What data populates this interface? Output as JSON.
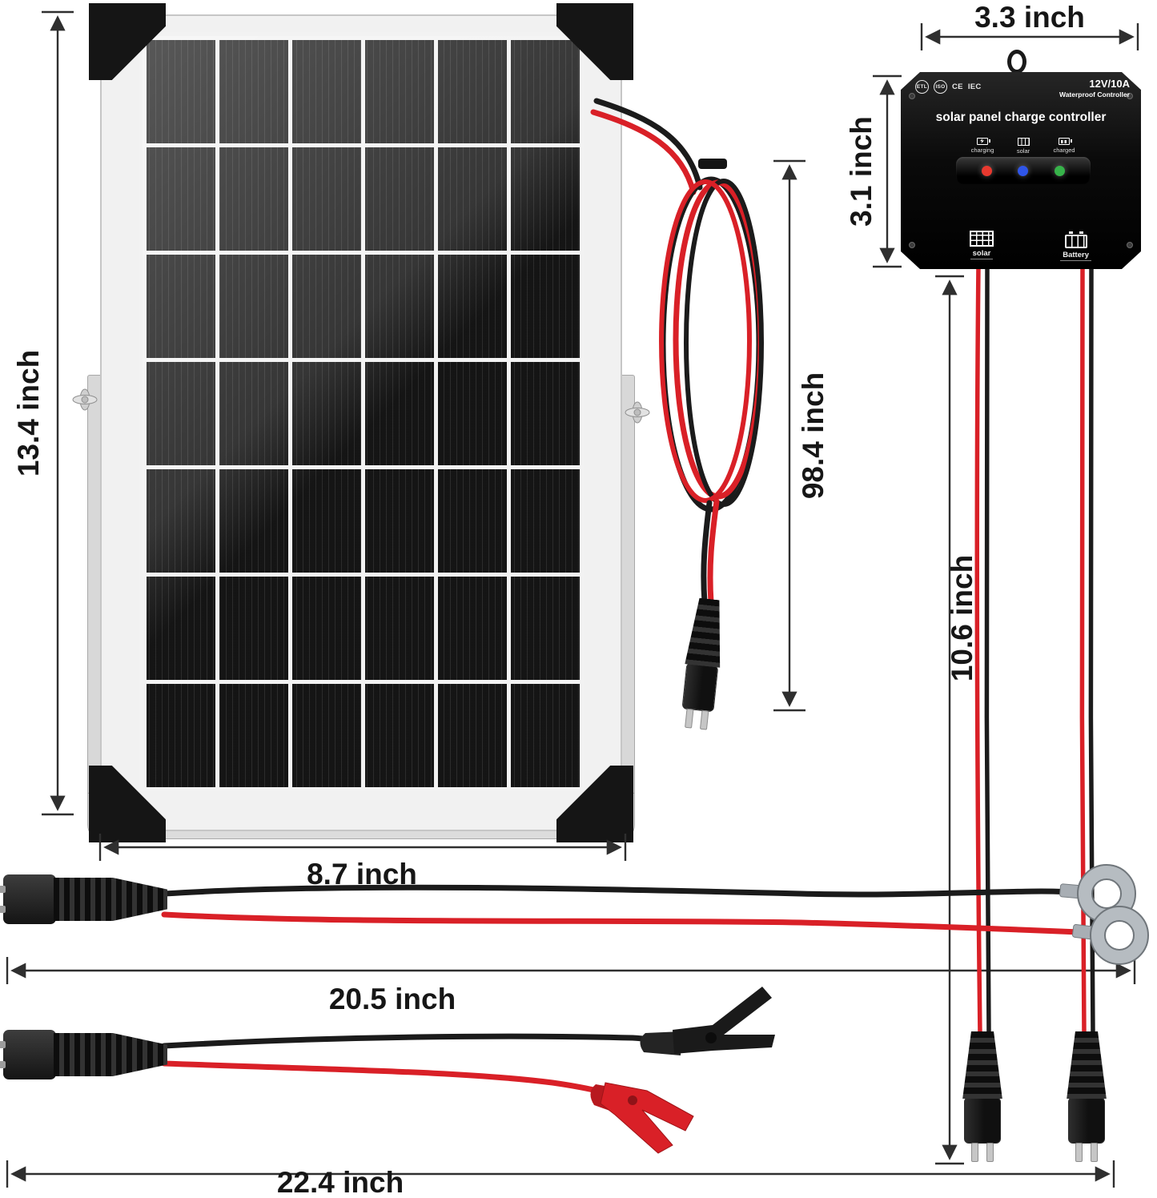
{
  "colors": {
    "wire_red": "#d92027",
    "wire_black": "#1b1b1b",
    "arrow": "#2f2f2f",
    "led_charging": "#e8392f",
    "led_solar": "#2f55e8",
    "led_charged": "#37b34a"
  },
  "dimensions": {
    "panel_height": "13.4 inch",
    "panel_width": "8.7 inch",
    "panel_cable": "98.4 inch",
    "controller_width": "3.3 inch",
    "controller_height": "3.1 inch",
    "controller_cables": "10.6 inch",
    "ring_terminal_cable": "20.5 inch",
    "alligator_clip_cable": "22.4 inch"
  },
  "controller": {
    "certifications": [
      "ETL",
      "ISO",
      "CE",
      "IEC"
    ],
    "rating": "12V/10A",
    "rating_subtitle": "Waterproof Controller",
    "title": "solar panel charge controller",
    "indicators": [
      {
        "label": "charging",
        "color": "#e8392f",
        "icon": "battery-charging-icon"
      },
      {
        "label": "solar",
        "color": "#2f55e8",
        "icon": "solar-panel-icon"
      },
      {
        "label": "charged",
        "color": "#37b34a",
        "icon": "battery-charged-icon"
      }
    ],
    "ports": [
      {
        "label": "solar",
        "icon": "solar-panel-icon"
      },
      {
        "label": "Battery",
        "icon": "battery-icon"
      }
    ]
  }
}
